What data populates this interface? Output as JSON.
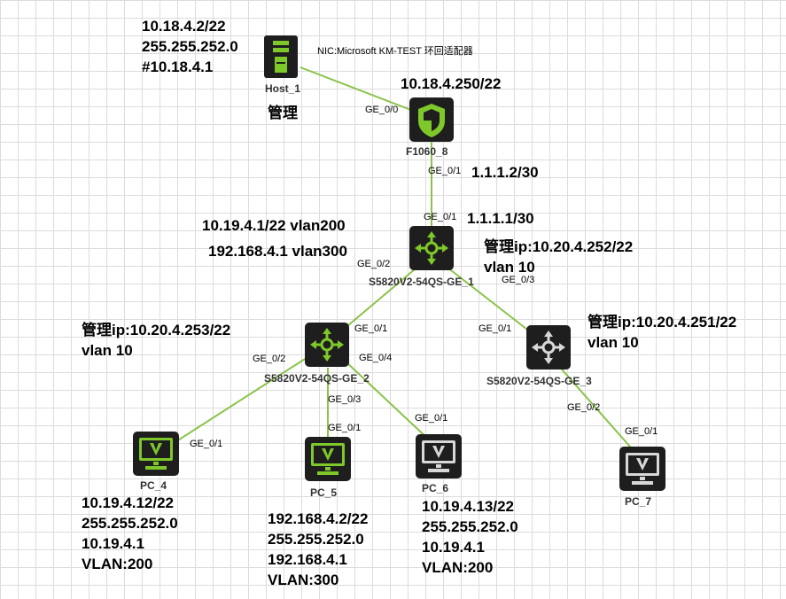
{
  "colors": {
    "link": "#8bc34a",
    "device_on": "#7ec82a",
    "device_dark": "#1e1e1e",
    "device_off": "#d8d8d8",
    "grid": "#dcdcdc"
  },
  "devices": {
    "host1": {
      "name": "Host_1",
      "icon": "server-icon",
      "caption": "管理"
    },
    "fw": {
      "name": "F1060_8",
      "icon": "firewall-shield-icon"
    },
    "sw1": {
      "name": "S5820V2-54QS-GE_1",
      "icon": "switch-arrows-icon"
    },
    "sw2": {
      "name": "S5820V2-54QS-GE_2",
      "icon": "switch-arrows-icon"
    },
    "sw3": {
      "name": "S5820V2-54QS-GE_3",
      "icon": "switch-arrows-icon"
    },
    "pc4": {
      "name": "PC_4",
      "icon": "monitor-v-icon"
    },
    "pc5": {
      "name": "PC_5",
      "icon": "monitor-v-icon"
    },
    "pc6": {
      "name": "PC_6",
      "icon": "monitor-v-icon"
    },
    "pc7": {
      "name": "PC_7",
      "icon": "monitor-v-icon"
    }
  },
  "notes": {
    "host1_ip": "10.18.4.2/22",
    "host1_mask": "255.255.252.0",
    "host1_gw": "#10.18.4.1",
    "host1_nic": "NIC:Microsoft KM-TEST 环回适配器",
    "fw_ip": "10.18.4.250/22",
    "fw_ge01_ip": "1.1.1.2/30",
    "sw1_ge01_ip": "1.1.1.1/30",
    "sw1_vlan200": "10.19.4.1/22 vlan200",
    "sw1_vlan300": "192.168.4.1 vlan300",
    "sw1_mgmt": "管理ip:10.20.4.252/22",
    "sw1_mgmt_vlan": "vlan 10",
    "sw2_mgmt": "管理ip:10.20.4.253/22",
    "sw2_mgmt_vlan": "vlan 10",
    "sw3_mgmt": "管理ip:10.20.4.251/22",
    "sw3_mgmt_vlan": "vlan 10",
    "pc4_lines": [
      "10.19.4.12/22",
      "255.255.252.0",
      "10.19.4.1",
      "VLAN:200"
    ],
    "pc5_lines": [
      "192.168.4.2/22",
      "255.255.252.0",
      "192.168.4.1",
      "VLAN:300"
    ],
    "pc6_lines": [
      "10.19.4.13/22",
      "255.255.252.0",
      "10.19.4.1",
      "VLAN:200"
    ]
  },
  "ports": {
    "fw_ge00": "GE_0/0",
    "fw_ge01": "GE_0/1",
    "sw1_ge01": "GE_0/1",
    "sw1_ge02": "GE_0/2",
    "sw1_ge03": "GE_0/3",
    "sw2_ge01": "GE_0/1",
    "sw2_ge02": "GE_0/2",
    "sw2_ge03": "GE_0/3",
    "sw2_ge04": "GE_0/4",
    "sw3_ge01": "GE_0/1",
    "sw3_ge02": "GE_0/2",
    "pc4_ge01": "GE_0/1",
    "pc5_ge01": "GE_0/1",
    "pc6_ge01": "GE_0/1",
    "pc7_ge01": "GE_0/1"
  }
}
